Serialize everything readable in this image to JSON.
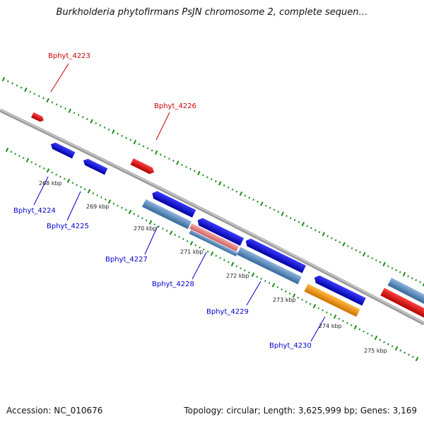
{
  "title": "Burkholderia phytofirmans PsJN chromosome 2, complete sequen…",
  "footer": {
    "accession": "Accession: NC_010676",
    "stats": "Topology: circular; Length: 3,625,999 bp; Genes: 3,169"
  },
  "colors": {
    "backbone": "#8a8a8a",
    "forward_gene": "#0000e0",
    "forward_label": "#cc0000",
    "reverse_gene": "#0000dd",
    "reverse_label": "#0000cc",
    "cds": "#4a7fb5",
    "rna": "#ff9900",
    "pseudo": "#e98080",
    "ticks": "#1a8a1a"
  },
  "kbp_ticks": [
    "268 kbp",
    "269 kbp",
    "270 kbp",
    "271 kbp",
    "272 kbp",
    "273 kbp",
    "274 kbp",
    "275 kbp"
  ],
  "genes": [
    {
      "id": "Bphyt_4223",
      "strand": "+",
      "color": "red"
    },
    {
      "id": "Bphyt_4226",
      "strand": "+",
      "color": "red"
    },
    {
      "id": "Bphyt_4224",
      "strand": "-",
      "color": "blue"
    },
    {
      "id": "Bphyt_4225",
      "strand": "-",
      "color": "blue"
    },
    {
      "id": "Bphyt_4227",
      "strand": "-",
      "color": "blue"
    },
    {
      "id": "Bphyt_4228",
      "strand": "-",
      "color": "blue"
    },
    {
      "id": "Bphyt_4229",
      "strand": "-",
      "color": "blue"
    },
    {
      "id": "Bphyt_4230",
      "strand": "-",
      "color": "blue"
    }
  ]
}
